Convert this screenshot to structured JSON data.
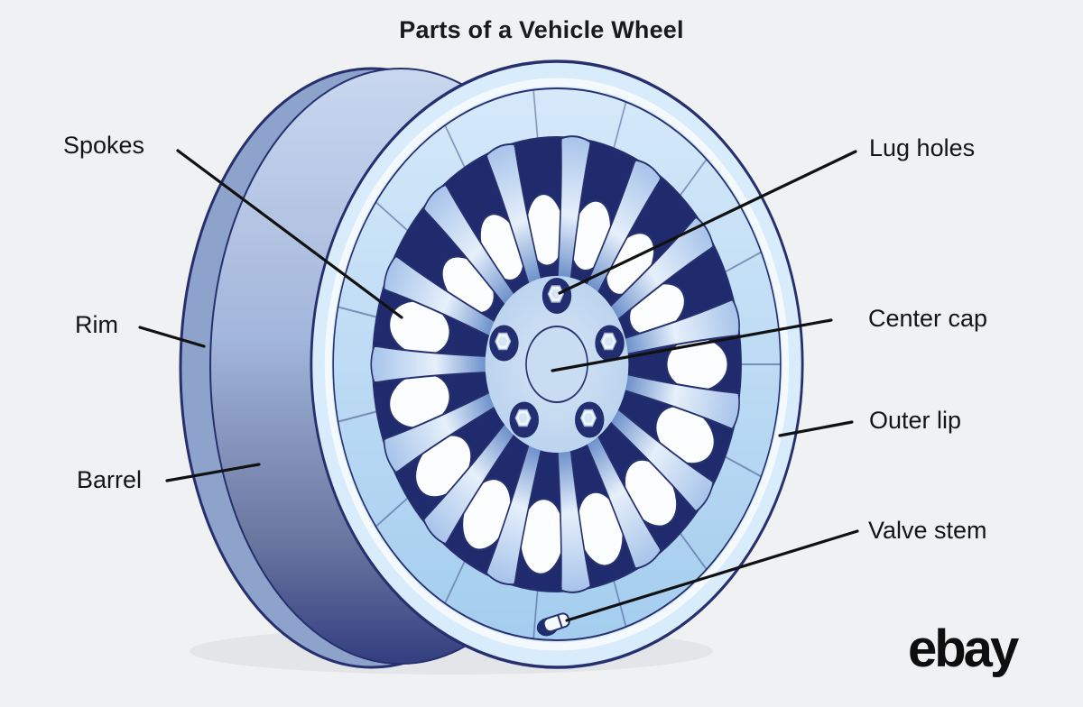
{
  "title": "Parts of a Vehicle Wheel",
  "labels": {
    "spokes": "Spokes",
    "rim": "Rim",
    "barrel": "Barrel",
    "lug_holes": "Lug holes",
    "center_cap": "Center cap",
    "outer_lip": "Outer lip",
    "valve_stem": "Valve stem"
  },
  "brand": {
    "logo_text": "ebay"
  },
  "colors": {
    "background": "#f0f1f3",
    "text": "#141414",
    "leader_line": "#111111",
    "outline_navy": "#27306e",
    "dark_navy_fill": "#202b6d",
    "spoke_blue": "#4a6fb5",
    "spoke_highlight": "#e6f0fb",
    "bead_ring_light_blue": "#b9d6f0",
    "outer_lip_pale": "#d9ecfb",
    "barrel_periwinkle": "#a3b6db",
    "hub_pale_blue": "#cde0f4",
    "opening_white": "#fcfdff"
  }
}
